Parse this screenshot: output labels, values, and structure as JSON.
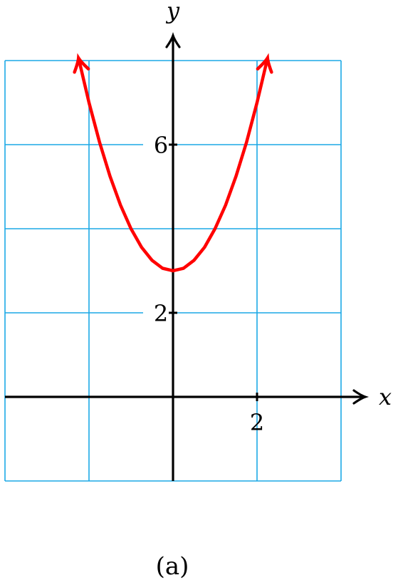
{
  "chart_data": {
    "type": "line",
    "xlabel": "x",
    "ylabel": "y",
    "xlim": [
      -4,
      4
    ],
    "ylim": [
      -2,
      8
    ],
    "grid": true,
    "grid_step": 2,
    "x_ticks": [
      {
        "value": 2,
        "label": "2"
      }
    ],
    "y_ticks": [
      {
        "value": 2,
        "label": "2"
      },
      {
        "value": 6,
        "label": "6"
      }
    ],
    "series": [
      {
        "color": "#ff0000",
        "both_ends_arrowed": true,
        "x": [
          -2.25,
          -2.0,
          -1.75,
          -1.5,
          -1.25,
          -1.0,
          -0.75,
          -0.5,
          -0.25,
          0,
          0.25,
          0.5,
          0.75,
          1.0,
          1.25,
          1.5,
          1.75,
          2.0,
          2.25
        ],
        "y": [
          8.06,
          7.0,
          6.06,
          5.25,
          4.56,
          4.0,
          3.56,
          3.25,
          3.06,
          3.0,
          3.06,
          3.25,
          3.56,
          4.0,
          4.56,
          5.25,
          6.06,
          7.0,
          8.06
        ]
      }
    ],
    "caption": "(a)"
  },
  "colors": {
    "grid": "#1ba8e6",
    "curve": "#ff0000",
    "axis": "#000000"
  }
}
